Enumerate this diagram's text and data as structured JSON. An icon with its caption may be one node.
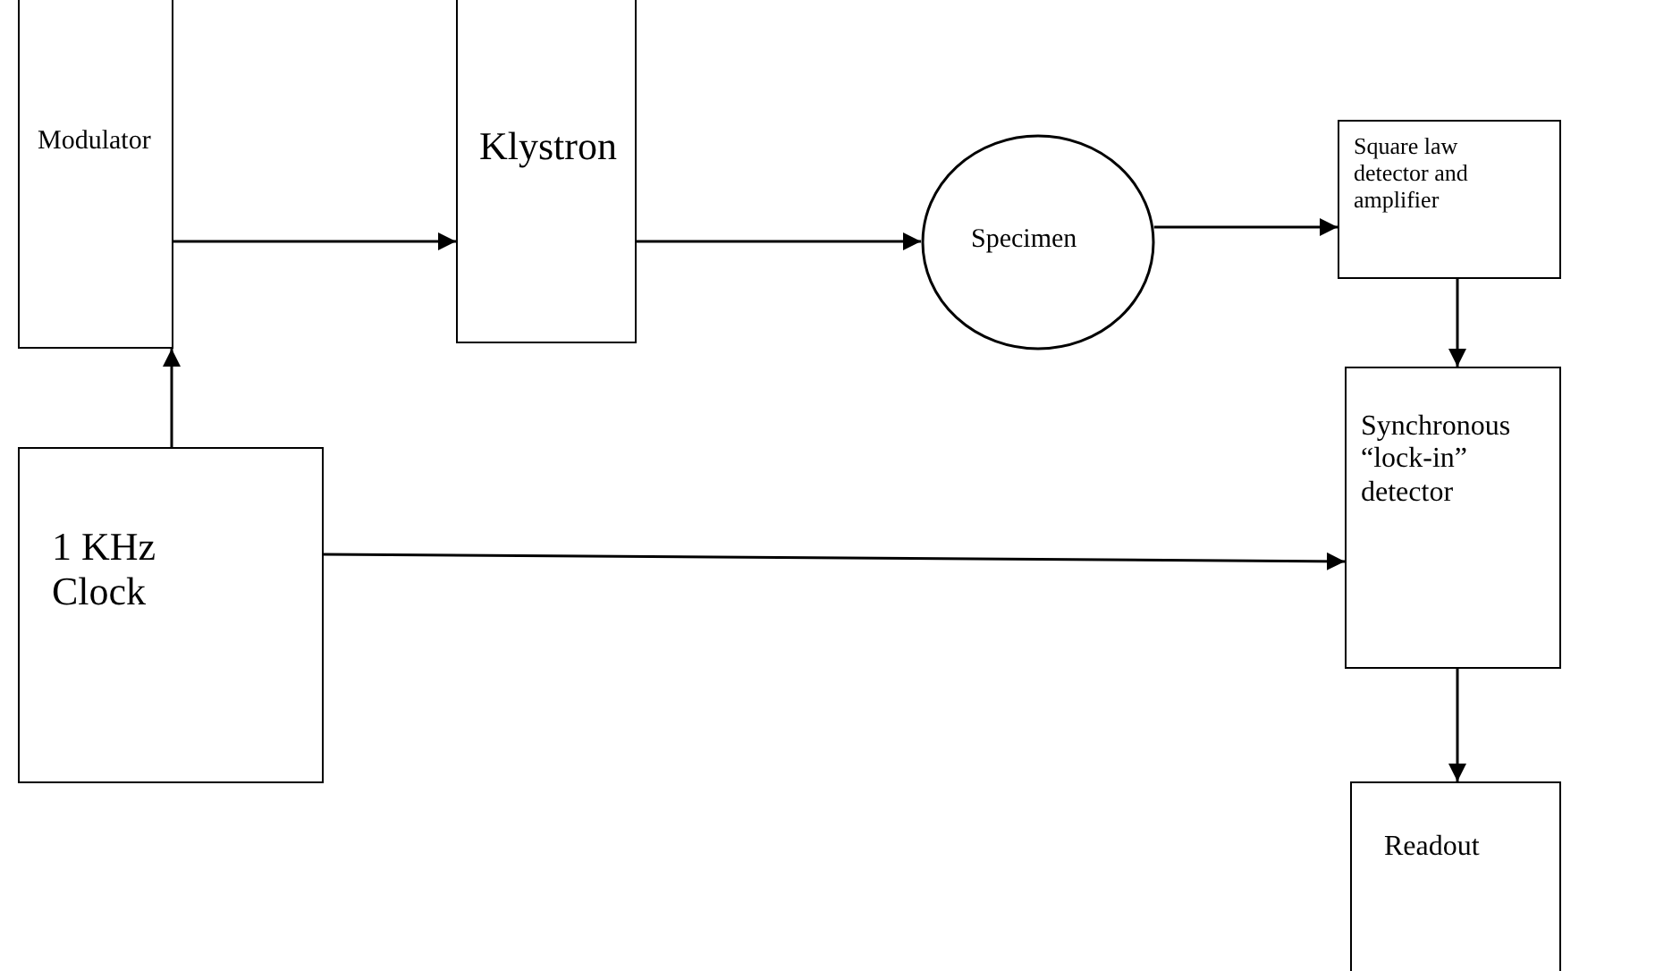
{
  "diagram": {
    "nodes": [
      {
        "text": [
          "Modulator"
        ]
      },
      {
        "text": [
          "Klystron"
        ]
      },
      {
        "text": [
          "Specimen"
        ]
      },
      {
        "text": [
          "Square law detector and amplifier"
        ]
      },
      {
        "text": [
          "Synchronous “lock-in” detector"
        ]
      },
      {
        "text": [
          "1 KHz Clock"
        ]
      },
      {
        "text": [
          "Readout"
        ]
      }
    ],
    "edges": [
      {
        "from": 0,
        "to": 1,
        "arrow": "to"
      },
      {
        "from": 1,
        "to": 2,
        "arrow": "to"
      },
      {
        "from": 2,
        "to": 3,
        "arrow": "to"
      },
      {
        "from": 3,
        "to": 4,
        "arrow": "to"
      },
      {
        "from": 5,
        "to": 0,
        "arrow": "to"
      },
      {
        "from": 5,
        "to": 4,
        "arrow": "to"
      },
      {
        "from": 4,
        "to": 6,
        "arrow": "to"
      }
    ]
  }
}
